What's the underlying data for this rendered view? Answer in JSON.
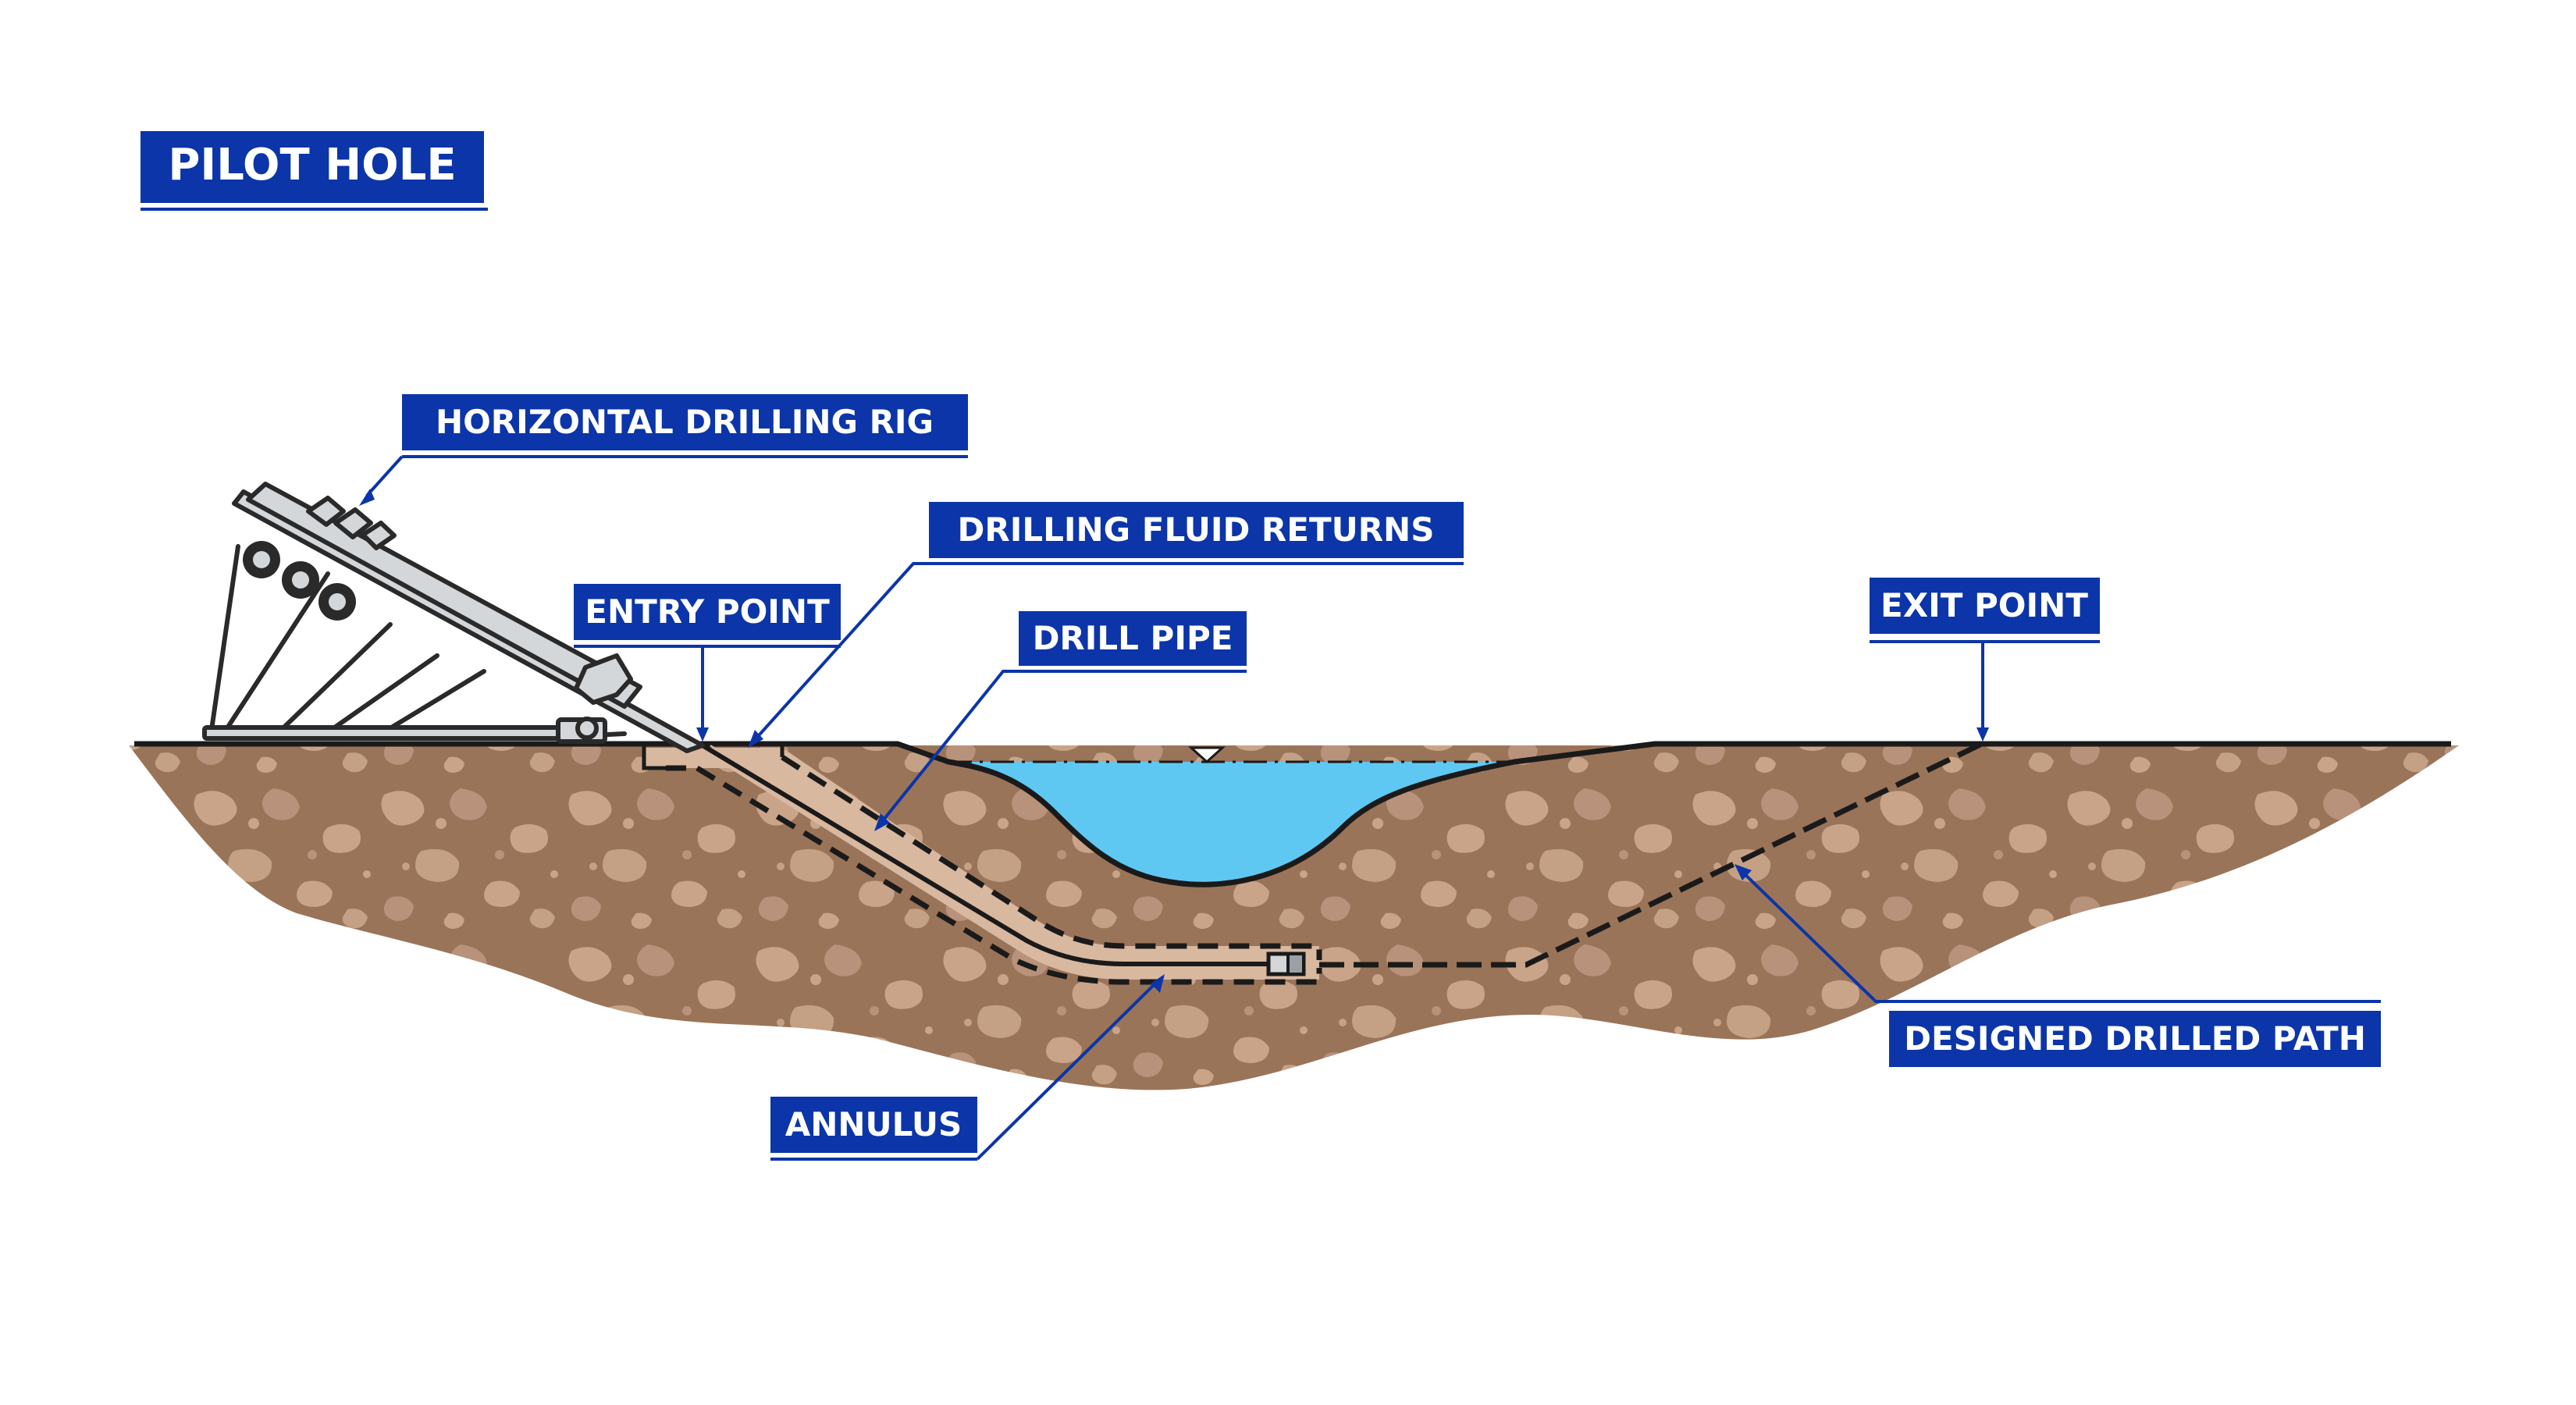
{
  "title": "PILOT HOLE",
  "labels": {
    "rig": "HORIZONTAL DRILLING RIG",
    "fluid_returns": "DRILLING FLUID RETURNS",
    "entry_point": "ENTRY POINT",
    "drill_pipe": "DRILL PIPE",
    "exit_point": "EXIT POINT",
    "designed_path": "DESIGNED DRILLED PATH",
    "annulus": "ANNULUS"
  },
  "colors": {
    "label_background": "#0b35a8",
    "label_text": "#ffffff",
    "soil": "#9a7459",
    "soil_speckle": "#c9a489",
    "water": "#5fc8f2",
    "bore": "#d9b8a0",
    "rig": "#d4d7da",
    "outline": "#1a1a1a"
  }
}
